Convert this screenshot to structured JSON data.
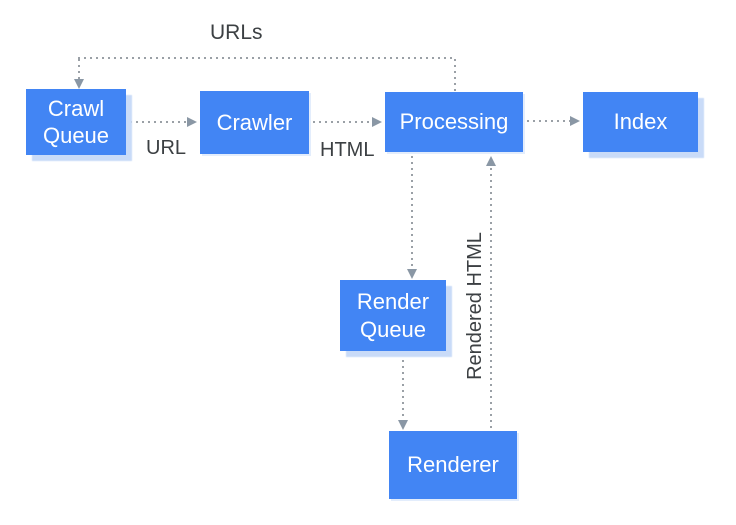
{
  "diagram": {
    "nodes": {
      "crawl_queue": {
        "label": "Crawl Queue"
      },
      "crawler": {
        "label": "Crawler"
      },
      "processing": {
        "label": "Processing"
      },
      "index": {
        "label": "Index"
      },
      "render_queue": {
        "label": "Render Queue"
      },
      "renderer": {
        "label": "Renderer"
      }
    },
    "edges": {
      "urls": {
        "label": "URLs"
      },
      "url": {
        "label": "URL"
      },
      "html": {
        "label": "HTML"
      },
      "rendered_html": {
        "label": "Rendered HTML"
      }
    },
    "connections": [
      {
        "from": "processing",
        "to": "crawl_queue",
        "label": "URLs",
        "style": "dotted"
      },
      {
        "from": "crawl_queue",
        "to": "crawler",
        "label": "URL",
        "style": "dotted"
      },
      {
        "from": "crawler",
        "to": "processing",
        "label": "HTML",
        "style": "dotted"
      },
      {
        "from": "processing",
        "to": "index",
        "label": "",
        "style": "dotted"
      },
      {
        "from": "processing",
        "to": "render_queue",
        "label": "",
        "style": "dotted"
      },
      {
        "from": "render_queue",
        "to": "renderer",
        "label": "",
        "style": "dotted"
      },
      {
        "from": "renderer",
        "to": "processing",
        "label": "Rendered HTML",
        "style": "dotted"
      }
    ],
    "colors": {
      "background": "#ffffff",
      "node_fill": "#4285f4",
      "node_text": "#ffffff",
      "node_shadow": "#c9dbf8",
      "connector": "#9aa0a6",
      "arrowhead": "#8a97a5",
      "label_text": "#3c4043"
    }
  }
}
